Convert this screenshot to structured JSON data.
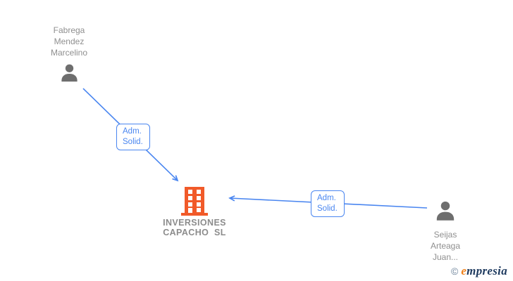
{
  "theme": {
    "accent_blue": "#4a86f0",
    "node_gray": "#6e6e6e",
    "text_gray": "#8f8f8f",
    "company_orange": "#f15a29",
    "logo_navy": "#1e3a5f",
    "logo_orange": "#f08019",
    "logo_copyright_gray": "#6a8199"
  },
  "nodes": {
    "person1": {
      "name": "Fabrega\nMendez\nMarcelino",
      "type": "person"
    },
    "company": {
      "name": "INVERSIONES\nCAPACHO  SL",
      "type": "company"
    },
    "person2": {
      "name": "Seijas\nArteaga\nJuan...",
      "type": "person"
    }
  },
  "edges": [
    {
      "from": "Fabrega Mendez Marcelino",
      "to": "INVERSIONES CAPACHO SL",
      "label": "Adm.\nSolid."
    },
    {
      "from": "Seijas Arteaga Juan...",
      "to": "INVERSIONES CAPACHO SL",
      "label": "Adm.\nSolid."
    }
  ],
  "watermark": {
    "copyright": "©",
    "brand_initial": "e",
    "brand_rest": "mpresia"
  }
}
